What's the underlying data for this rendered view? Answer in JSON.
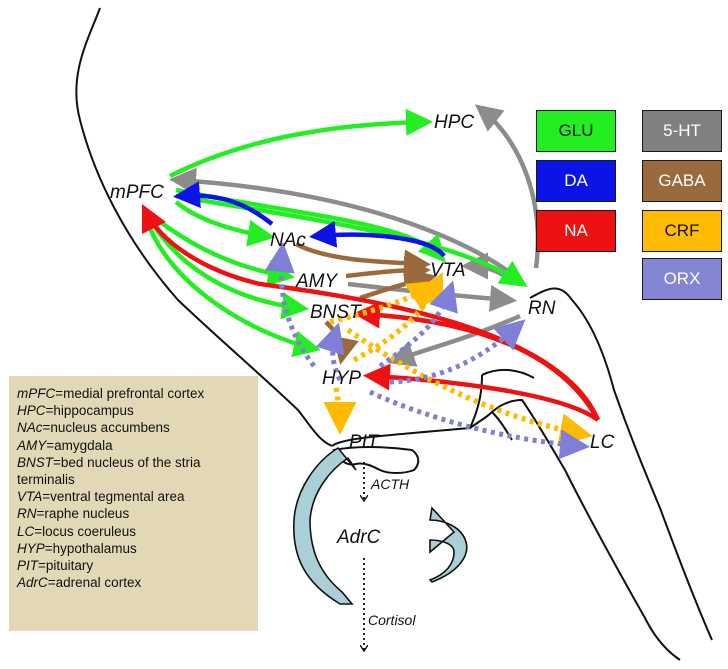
{
  "regions": {
    "mpfc": "mPFC",
    "hpc": "HPC",
    "nac": "NAc",
    "amy": "AMY",
    "vta": "VTA",
    "bnst": "BNST",
    "rn": "RN",
    "hyp": "HYP",
    "pit": "PIT",
    "lc": "LC",
    "adrc": "AdrC"
  },
  "hormones": {
    "acth": "ACTH",
    "cortisol": "Cortisol"
  },
  "legend": [
    {
      "label": "GLU",
      "bg": "#22ee22",
      "fg": "#111111"
    },
    {
      "label": "5-HT",
      "bg": "#808080",
      "fg": "#ffffff"
    },
    {
      "label": "DA",
      "bg": "#0a14e6",
      "fg": "#ffffff"
    },
    {
      "label": "GABA",
      "bg": "#9a6a3c",
      "fg": "#ffffff"
    },
    {
      "label": "NA",
      "bg": "#ee1111",
      "fg": "#ffffff"
    },
    {
      "label": "CRF",
      "bg": "#ffbb00",
      "fg": "#111111"
    },
    {
      "label": "ORX",
      "bg": "#8585d6",
      "fg": "#ffffff"
    }
  ],
  "colors": {
    "glu": "#22ee22",
    "serotonin": "#8c8c8c",
    "dopamine": "#0a14e6",
    "gaba": "#9a6a3c",
    "noradrenaline": "#ee1111",
    "crf": "#ffbb00",
    "orexin": "#7f7fd8",
    "feedback": "#aacfd6"
  },
  "glossary": [
    {
      "abbr": "mPFC",
      "desc": "=medial prefrontal cortex"
    },
    {
      "abbr": "HPC",
      "desc": "=hippocampus"
    },
    {
      "abbr": "NAc",
      "desc": "=nucleus accumbens"
    },
    {
      "abbr": "AMY",
      "desc": "=amygdala"
    },
    {
      "abbr": "BNST",
      "desc": "=bed nucleus of the stria terminalis"
    },
    {
      "abbr": "VTA",
      "desc": "=ventral tegmental area"
    },
    {
      "abbr": "RN",
      "desc": "=raphe nucleus"
    },
    {
      "abbr": "LC",
      "desc": "=locus coeruleus"
    },
    {
      "abbr": "HYP",
      "desc": "=hypothalamus"
    },
    {
      "abbr": "PIT",
      "desc": "=pituitary"
    },
    {
      "abbr": "AdrC",
      "desc": "=adrenal cortex"
    }
  ]
}
